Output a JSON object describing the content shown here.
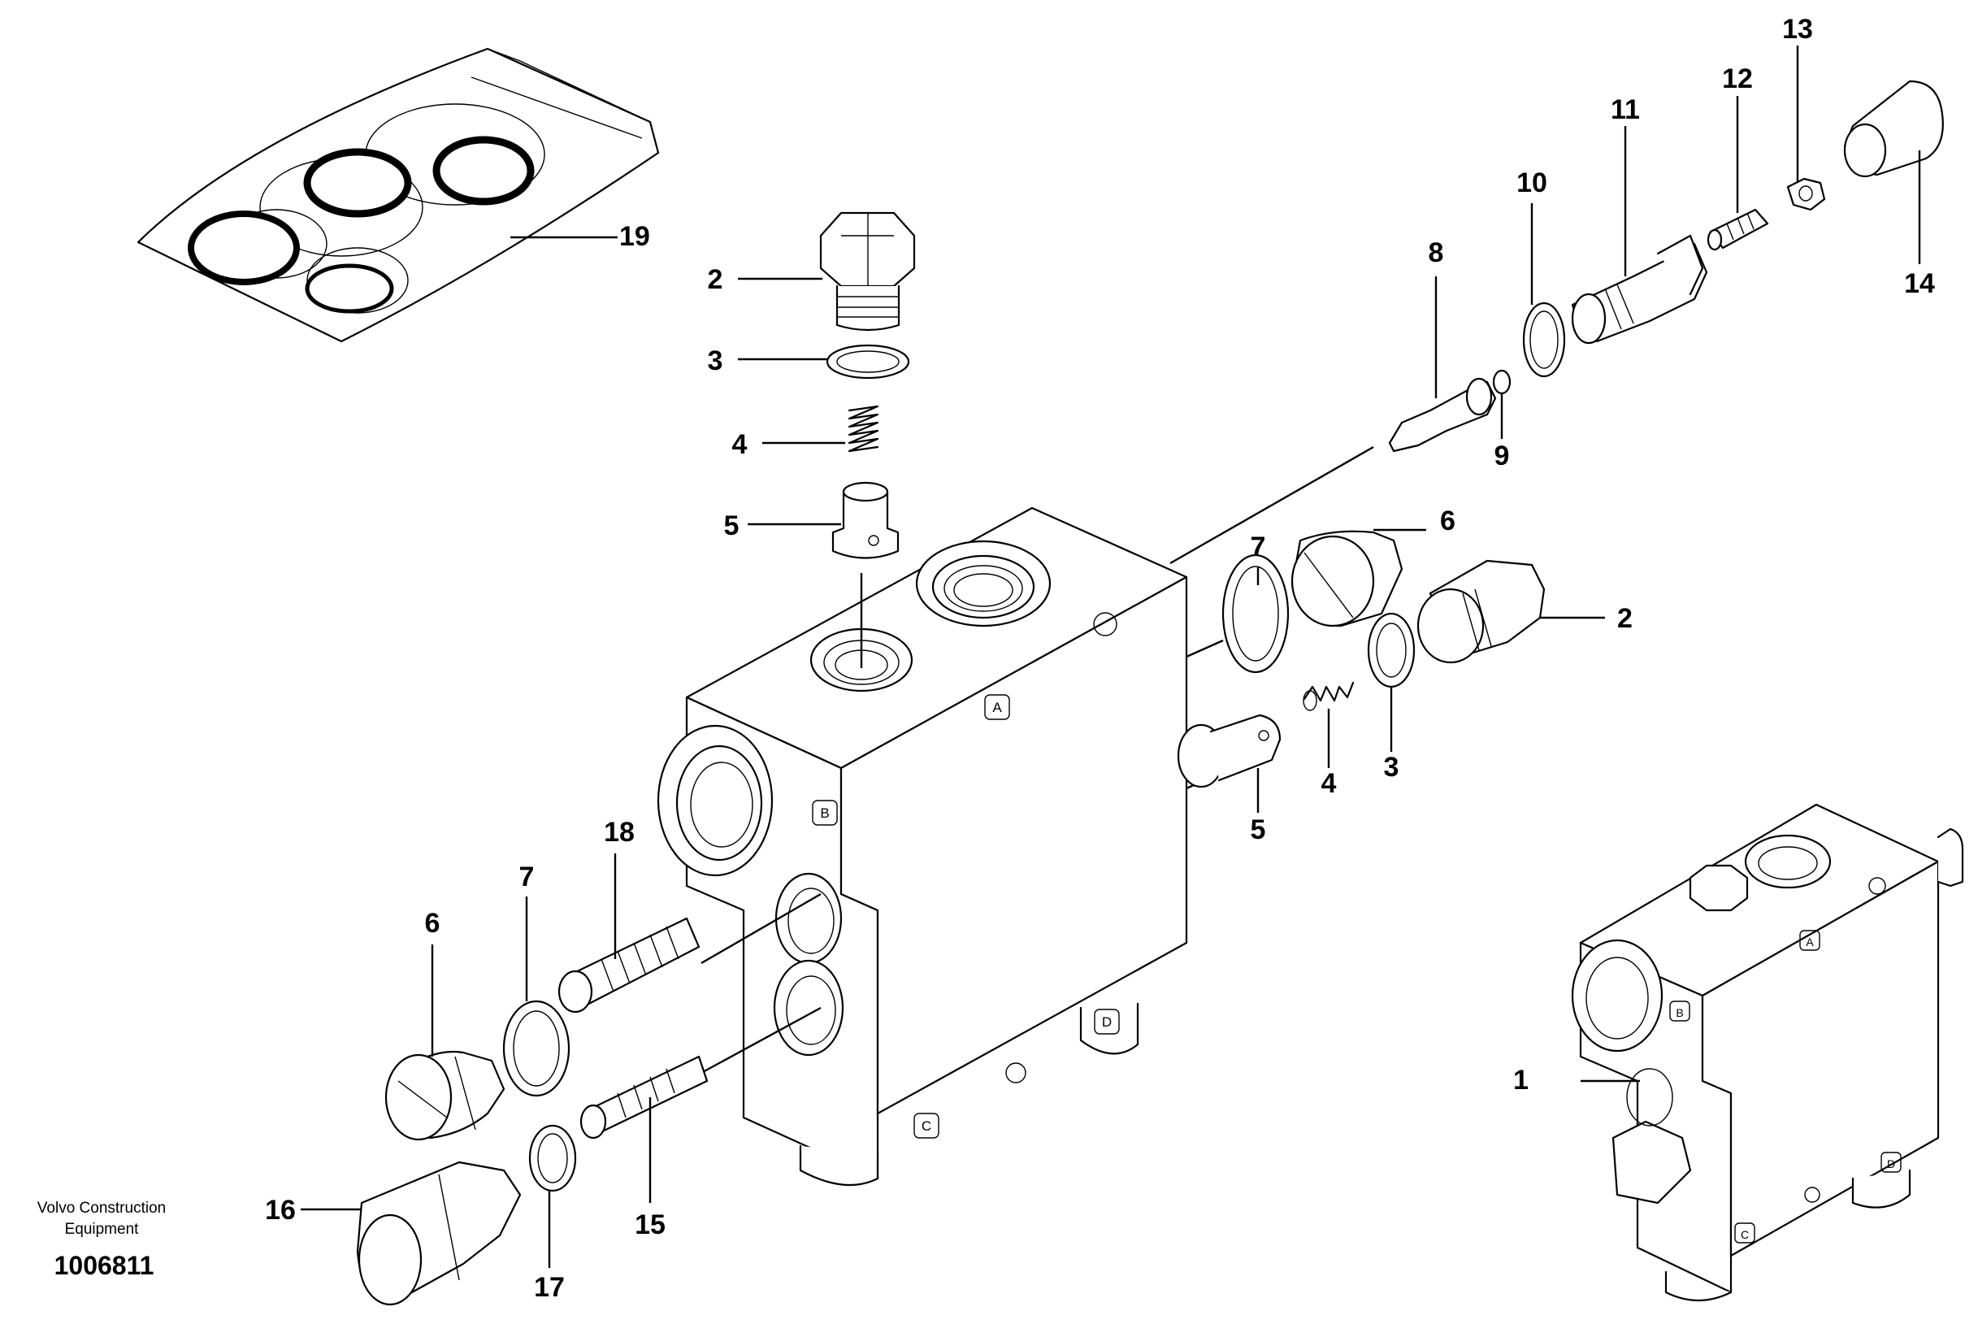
{
  "publisher_line1": "Volvo Construction",
  "publisher_line2": "Equipment",
  "drawing_number": "1006811",
  "port_labels": {
    "a": "A",
    "b": "B",
    "c": "C",
    "d": "D"
  },
  "callouts": {
    "c1": "1",
    "c2a": "2",
    "c2b": "2",
    "c3a": "3",
    "c3b": "3",
    "c4a": "4",
    "c4b": "4",
    "c5a": "5",
    "c5b": "5",
    "c6a": "6",
    "c6b": "6",
    "c7a": "7",
    "c7b": "7",
    "c8": "8",
    "c9": "9",
    "c10": "10",
    "c11": "11",
    "c12": "12",
    "c13": "13",
    "c14": "14",
    "c15": "15",
    "c16": "16",
    "c17": "17",
    "c18": "18",
    "c19": "19"
  }
}
